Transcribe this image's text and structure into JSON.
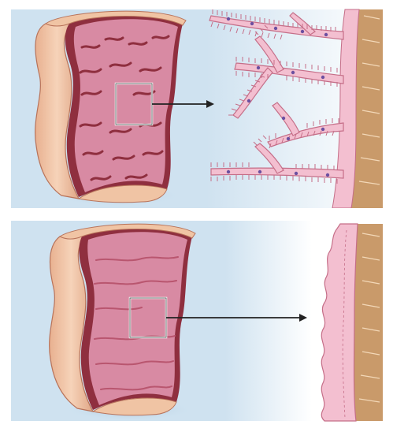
{
  "figure": {
    "panels": [
      {
        "id": "top",
        "condition": "healthy",
        "detail": "villi",
        "colors": {
          "background": "#cfe2f0",
          "tissue_light": "#d88aa3",
          "tissue_dark": "#8f2f3f",
          "outer_wall": "#f0c4a4",
          "detail_background": "#ffffff",
          "villus": "#f3bfd0",
          "villus_outline": "#c56e88",
          "nuclei": "#6b4fa0",
          "muscle_band": "#c99a6a"
        }
      },
      {
        "id": "bottom",
        "condition": "flattened",
        "detail": "flat-mucosa",
        "colors": {
          "background": "#cfe2f0",
          "tissue_light": "#d88aa3",
          "tissue_dark": "#8f2f3f",
          "outer_wall": "#f0c4a4",
          "detail_background": "#ffffff",
          "villus": "#f3bfd0",
          "villus_outline": "#c56e88",
          "muscle_band": "#c99a6a"
        }
      }
    ],
    "arrow_color": "#222222",
    "frame_color": "#ffffff"
  }
}
